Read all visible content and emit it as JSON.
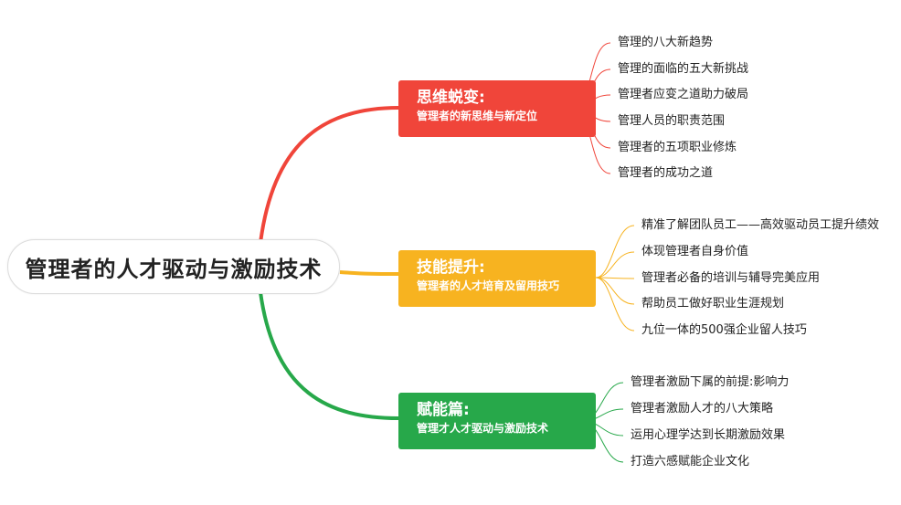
{
  "root": {
    "label": "管理者的人才驱动与激励技术"
  },
  "branches": [
    {
      "title": "思维蜕变:",
      "subtitle": "管理者的新思维与新定位",
      "color": "#f0453a",
      "items": [
        "管理的八大新趋势",
        "管理的面临的五大新挑战",
        "管理者应变之道助力破局",
        "管理人员的职责范围",
        "管理者的五项职业修炼",
        "管理者的成功之道"
      ]
    },
    {
      "title": "技能提升:",
      "subtitle": "管理者的人才培育及留用技巧",
      "color": "#f7b320",
      "items": [
        "精准了解团队员工——高效驱动员工提升绩效",
        "体现管理者自身价值",
        "管理者必备的培训与辅导完美应用",
        "帮助员工做好职业生涯规划",
        "九位一体的500强企业留人技巧"
      ]
    },
    {
      "title": "赋能篇:",
      "subtitle": "管理才人才驱动与激励技术",
      "color": "#27a84a",
      "items": [
        "管理者激励下属的前提:影响力",
        "管理者激励人才的八大策略",
        "运用心理学达到长期激励效果",
        "打造六感赋能企业文化"
      ]
    }
  ]
}
